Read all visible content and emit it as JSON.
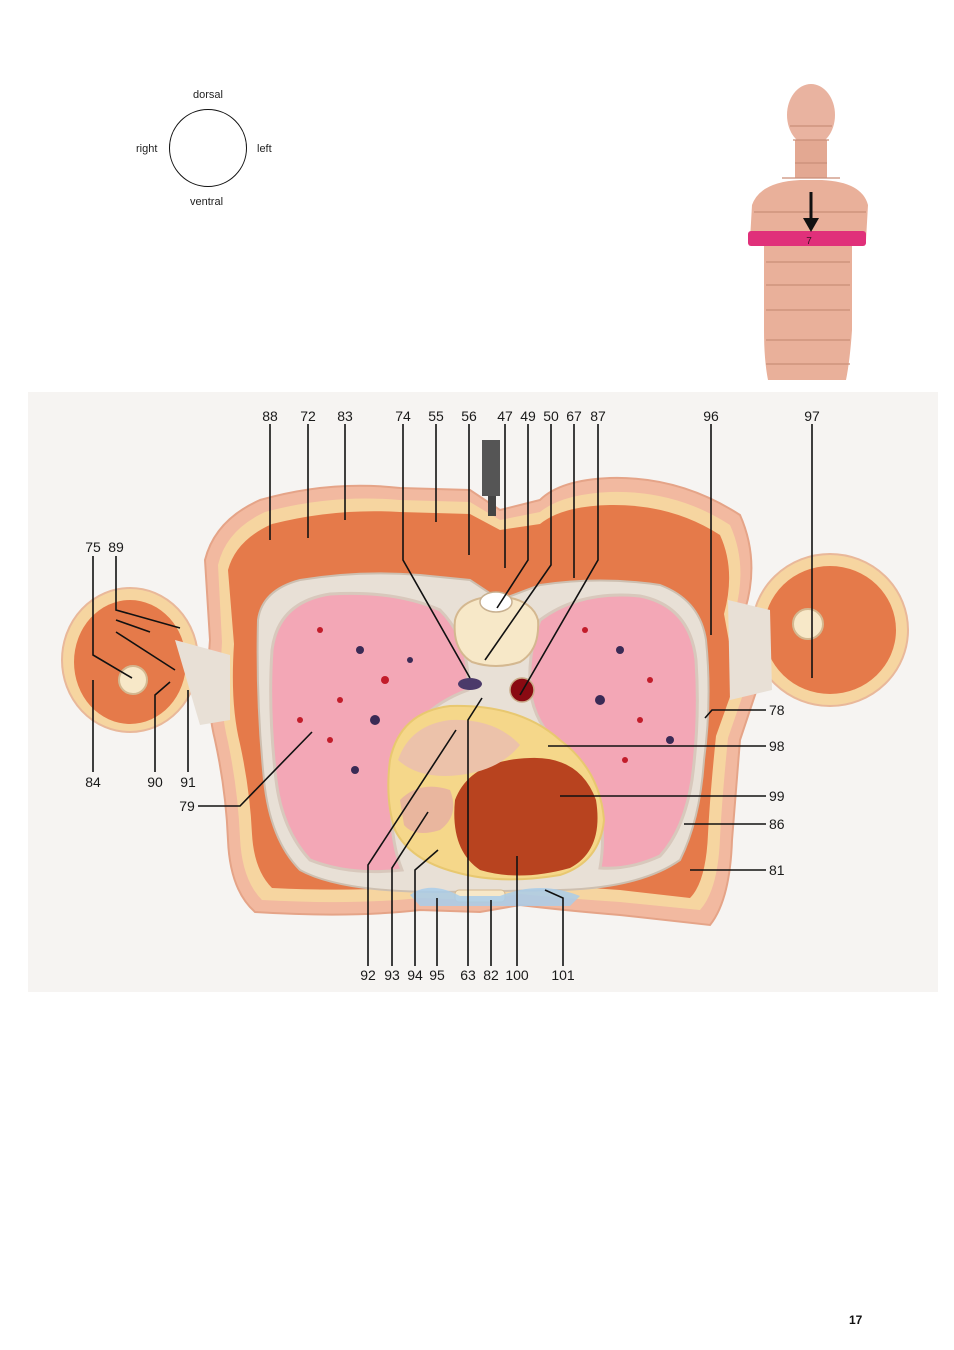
{
  "orientation": {
    "top": "dorsal",
    "bottom": "ventral",
    "left": "right",
    "right": "left"
  },
  "torso_thumbnail": {
    "slice_number": "7",
    "highlight_color": "#e0307a"
  },
  "labels_top": [
    "88",
    "72",
    "83",
    "74",
    "55",
    "56",
    "47",
    "49",
    "50",
    "67",
    "87",
    "96",
    "97"
  ],
  "labels_left_top": [
    "75",
    "89"
  ],
  "labels_left_bottom": [
    "84",
    "90",
    "91"
  ],
  "labels_left_side": [
    "79"
  ],
  "labels_right": [
    "78",
    "98",
    "99",
    "86",
    "81"
  ],
  "labels_bottom": [
    "92",
    "93",
    "94",
    "95",
    "63",
    "82",
    "100",
    "101"
  ],
  "page_number": "17",
  "colors": {
    "lung": "#f3a7b6",
    "muscle": "#e57a4a",
    "fat": "#f6d5a0",
    "connective": "#e8e0d6",
    "heart": "#b8431f",
    "pericardium_fat": "#f5d78a",
    "skin": "#f2b9a0"
  }
}
